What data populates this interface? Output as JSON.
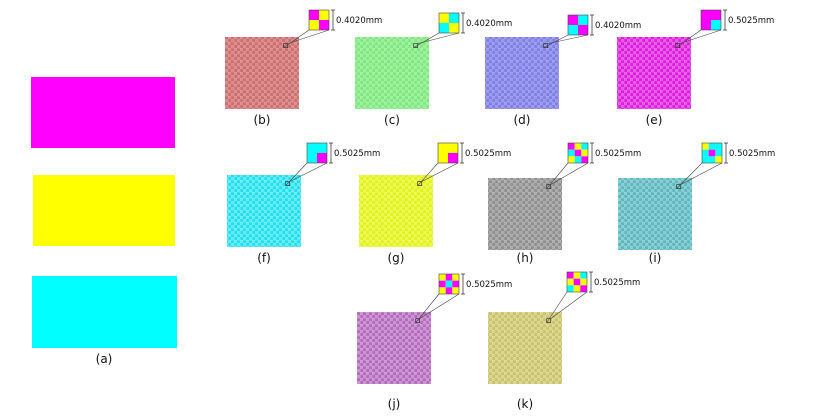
{
  "swatches": [
    {
      "id": "magenta",
      "color": "#ff00ff"
    },
    {
      "id": "yellow",
      "color": "#ffff00"
    },
    {
      "id": "cyan",
      "color": "#00ffff"
    }
  ],
  "captions": {
    "a": "(a)",
    "b": "(b)",
    "c": "(c)",
    "d": "(d)",
    "e": "(e)",
    "f": "(f)",
    "g": "(g)",
    "h": "(h)",
    "i": "(i)",
    "j": "(j)",
    "k": "(k)"
  },
  "panels": [
    {
      "key": "b",
      "base": "#cc6f6f",
      "pattern": "#e8a7a7",
      "dimension": "0.4020mm",
      "cells": [
        [
          "#ff00ff",
          "#ffff00"
        ],
        [
          "#ffff00",
          "#ff00ff"
        ]
      ]
    },
    {
      "key": "c",
      "base": "#7fe87f",
      "pattern": "#b8f5b8",
      "dimension": "0.4020mm",
      "cells": [
        [
          "#ffff00",
          "#00ffff"
        ],
        [
          "#00ffff",
          "#ffff00"
        ]
      ]
    },
    {
      "key": "d",
      "base": "#7f7fe6",
      "pattern": "#b3b3f3",
      "dimension": "0.4020mm",
      "cells": [
        [
          "#ff00ff",
          "#00ffff"
        ],
        [
          "#00ffff",
          "#ff00ff"
        ]
      ]
    },
    {
      "key": "e",
      "base": "#dd1fdd",
      "pattern": "#f08af0",
      "dimension": "0.5025mm",
      "cells": [
        [
          "#ff00ff",
          "#ff00ff"
        ],
        [
          "#ff00ff",
          "#00ffff"
        ]
      ]
    },
    {
      "key": "f",
      "base": "#22dff0",
      "pattern": "#9df3fa",
      "dimension": "0.5025mm",
      "cells": [
        [
          "#00ffff",
          "#00ffff"
        ],
        [
          "#00ffff",
          "#ff00ff"
        ]
      ]
    },
    {
      "key": "g",
      "base": "#e3f317",
      "pattern": "#f4fb8c",
      "dimension": "0.5025mm",
      "cells": [
        [
          "#ffff00",
          "#ffff00"
        ],
        [
          "#ffff00",
          "#ff00ff"
        ]
      ]
    },
    {
      "key": "h",
      "base": "#8f8f8f",
      "pattern": "#c4c4c4",
      "dimension": "0.5025mm",
      "cells": [
        [
          "#ff00ff",
          "#ffff00",
          "#00ffff"
        ],
        [
          "#00ffff",
          "#ff00ff",
          "#ffff00"
        ],
        [
          "#ffff00",
          "#00ffff",
          "#ff00ff"
        ]
      ]
    },
    {
      "key": "i",
      "base": "#5fb7bf",
      "pattern": "#a8dde1",
      "dimension": "0.5025mm",
      "cells": [
        [
          "#ffff00",
          "#00ffff",
          "#00ffff"
        ],
        [
          "#00ffff",
          "#ff00ff",
          "#00ffff"
        ],
        [
          "#00ffff",
          "#00ffff",
          "#ffff00"
        ]
      ]
    },
    {
      "key": "j",
      "base": "#b36bbb",
      "pattern": "#e0b6e5",
      "dimension": "0.5025mm",
      "cells": [
        [
          "#ffff00",
          "#ff00ff",
          "#ffff00"
        ],
        [
          "#ff00ff",
          "#00ffff",
          "#ff00ff"
        ],
        [
          "#ffff00",
          "#ff00ff",
          "#ffff00"
        ]
      ]
    },
    {
      "key": "k",
      "base": "#c9c46a",
      "pattern": "#e8e5b1",
      "dimension": "0.5025mm",
      "cells": [
        [
          "#ff00ff",
          "#ffff00",
          "#00ffff"
        ],
        [
          "#ffff00",
          "#ff00ff",
          "#ffff00"
        ],
        [
          "#00ffff",
          "#ffff00",
          "#ff00ff"
        ]
      ]
    }
  ]
}
